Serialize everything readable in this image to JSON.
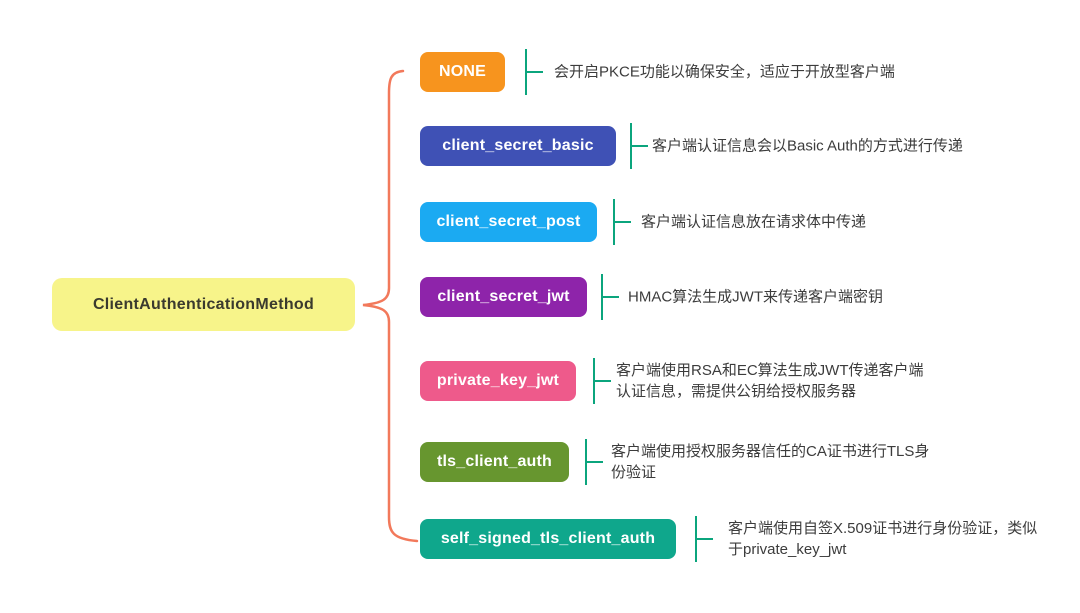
{
  "root": {
    "label": "ClientAuthenticationMethod",
    "bg_color": "#F7F48A",
    "text_color": "#3A3A2E"
  },
  "colors": {
    "background": "#FFFFFF",
    "brace": "#F2795B",
    "child_connector": "#0BA57D",
    "description_text": "#3C3C3C"
  },
  "branches": [
    {
      "label": "NONE",
      "color": "#F7941E",
      "desc": "会开启PKCE功能以确保安全，适应于开放型客户端"
    },
    {
      "label": "client_secret_basic",
      "color": "#3F51B5",
      "desc": "客户端认证信息会以Basic Auth的方式进行传递"
    },
    {
      "label": "client_secret_post",
      "color": "#1BAAF2",
      "desc": "客户端认证信息放在请求体中传递"
    },
    {
      "label": "client_secret_jwt",
      "color": "#8E24AA",
      "desc": "HMAC算法生成JWT来传递客户端密钥"
    },
    {
      "label": "private_key_jwt",
      "color": "#EE5A8B",
      "desc": "客户端使用RSA和EC算法生成JWT传递客户端\n认证信息，需提供公钥给授权服务器"
    },
    {
      "label": "tls_client_auth",
      "color": "#67962F",
      "desc": "客户端使用授权服务器信任的CA证书进行TLS身\n份验证"
    },
    {
      "label": "self_signed_tls_client_auth",
      "color": "#0FA78C",
      "desc": "客户端使用自签X.509证书进行身份验证，类似\n于private_key_jwt"
    }
  ]
}
